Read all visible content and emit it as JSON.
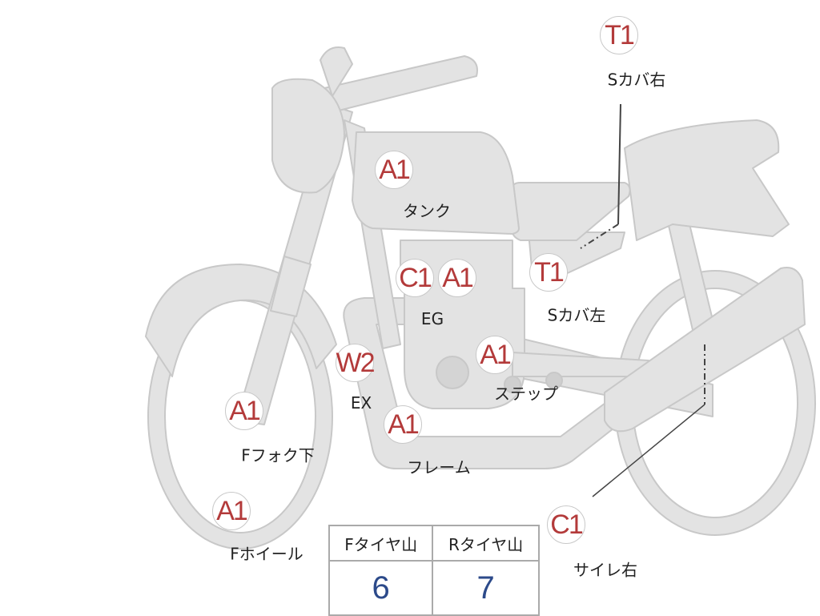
{
  "colors": {
    "body_fill": "#e3e3e3",
    "body_stroke": "#c8c8c8",
    "grade_text": "#b33a3a",
    "value_text": "#2c4a8a"
  },
  "markers": [
    {
      "grade": "T1",
      "label": "Sカバ右"
    },
    {
      "grade": "A1",
      "label": "タンク"
    },
    {
      "grade": "C1",
      "label": ""
    },
    {
      "grade": "A1",
      "label": "EG"
    },
    {
      "grade": "T1",
      "label": "Sカバ左"
    },
    {
      "grade": "W2",
      "label": "EX"
    },
    {
      "grade": "A1",
      "label": "ステップ"
    },
    {
      "grade": "A1",
      "label": "Fフォク下"
    },
    {
      "grade": "A1",
      "label": "フレーム"
    },
    {
      "grade": "A1",
      "label": "Fホイール"
    },
    {
      "grade": "C1",
      "label": "サイレ右"
    }
  ],
  "tire_table": {
    "headers": [
      "Fタイヤ山",
      "Rタイヤ山"
    ],
    "values": [
      "6",
      "7"
    ]
  }
}
